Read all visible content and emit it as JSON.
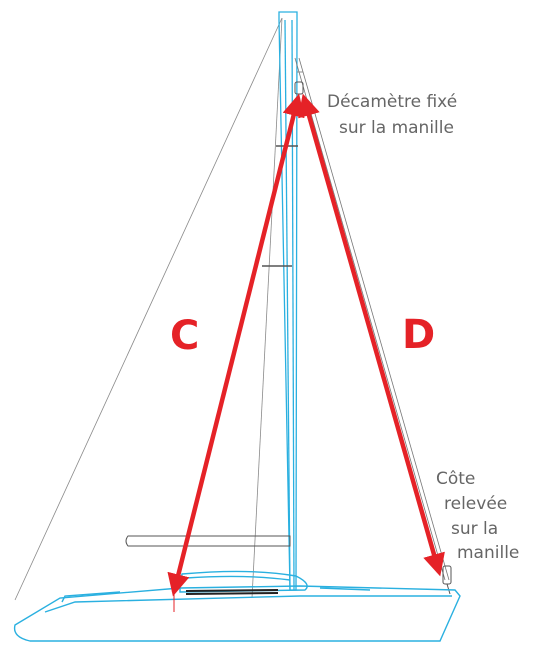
{
  "labels": {
    "letter_c": "C",
    "letter_d": "D",
    "top_note": [
      "Décamètre fixé",
      "sur la manille"
    ],
    "bottom_note": [
      "Côte",
      "relevée",
      "sur la",
      "manille"
    ]
  },
  "colors": {
    "hull": "#2ab0e0",
    "mast": "#2ab0e0",
    "arrow": "#e52227",
    "rigging": "#888888",
    "note_text": "#666666"
  }
}
